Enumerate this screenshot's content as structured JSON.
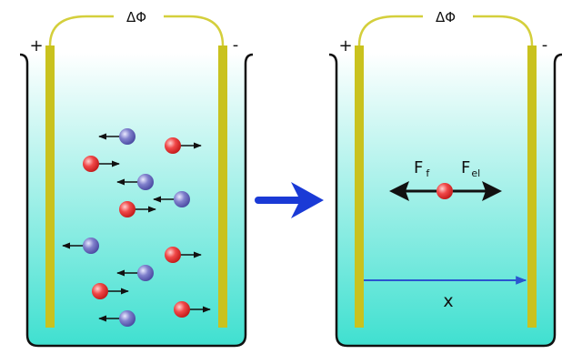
{
  "left_cell": {
    "potential_label": "ΔΦ",
    "anode_sign": "+",
    "cathode_sign": "-"
  },
  "right_cell": {
    "potential_label": "ΔΦ",
    "anode_sign": "+",
    "cathode_sign": "-",
    "friction_force": {
      "main": "F",
      "sub": "f"
    },
    "electric_force": {
      "main": "F",
      "sub": "el"
    },
    "distance_label": "x"
  },
  "colors": {
    "electrolyte_top": "#ffffff",
    "electrolyte_bottom": "#3fe0d0",
    "electrode": "#c9c21e",
    "wire": "#d4cf3c",
    "cation": "#e8393b",
    "anion": "#6a6ac0",
    "arrow": "#1a3ad6",
    "distance_arrow": "#2a55d0"
  }
}
